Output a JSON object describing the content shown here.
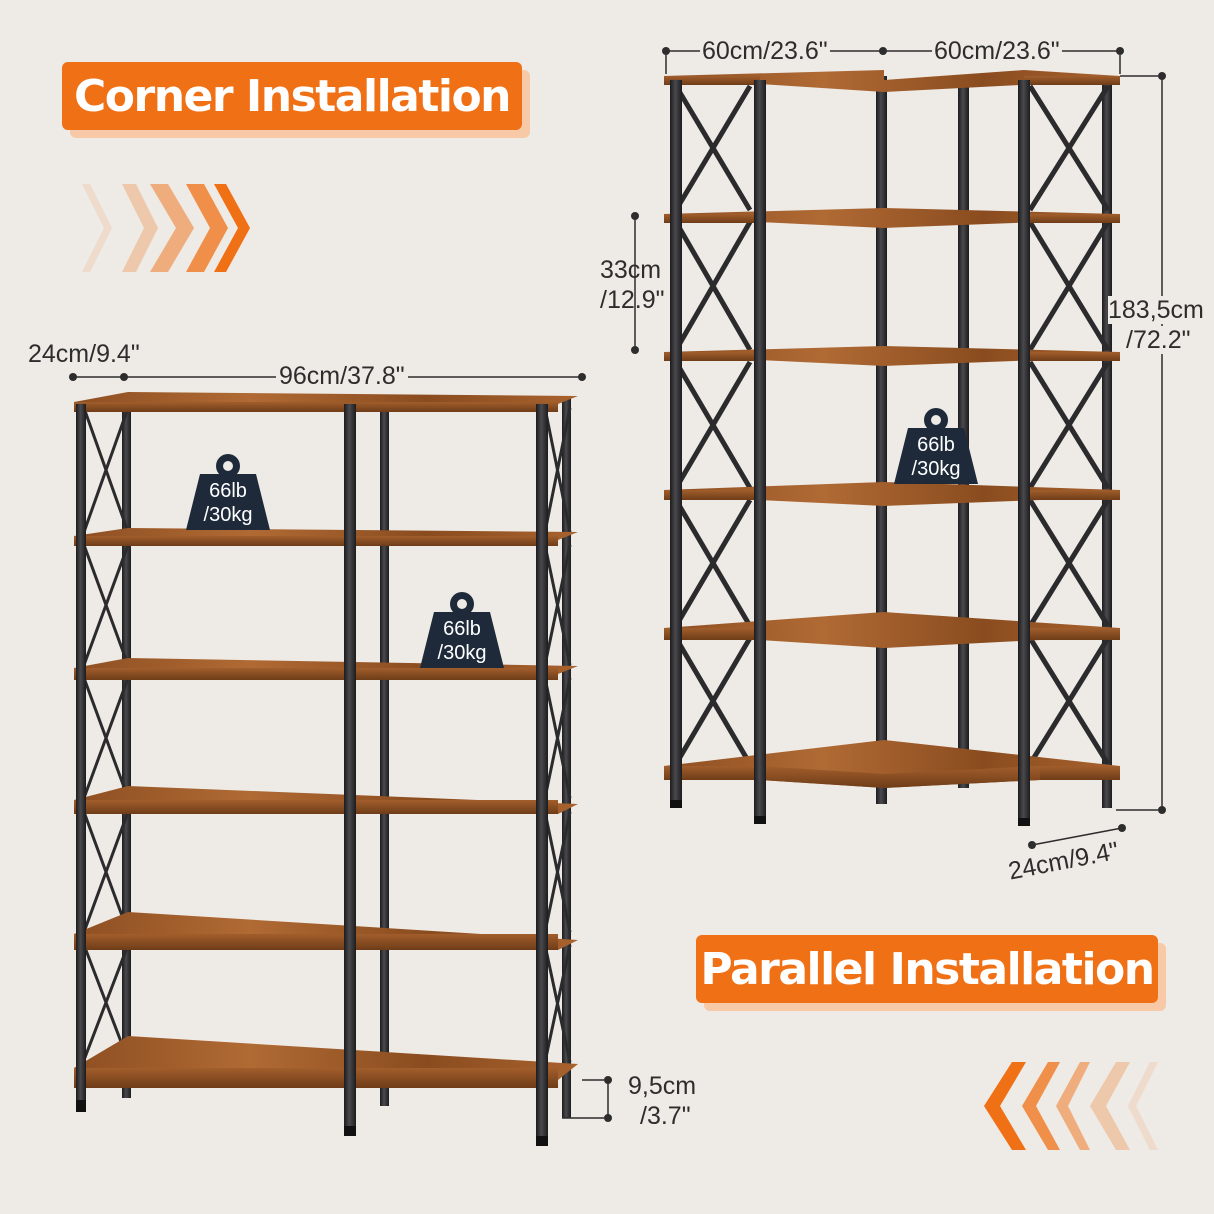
{
  "banners": {
    "corner": "Corner Installation",
    "parallel": "Parallel Installation"
  },
  "dimensions": {
    "corner_width_left": "60cm/23.6\"",
    "corner_width_right": "60cm/23.6\"",
    "corner_shelf_gap_cm": "33cm",
    "corner_shelf_gap_in": "/12.9\"",
    "corner_height_cm": "183,5cm",
    "corner_height_in": "/72.2\"",
    "corner_depth": "24cm/9.4\"",
    "parallel_depth": "24cm/9.4\"",
    "parallel_width": "96cm/37.8\"",
    "parallel_foot_cm": "9,5cm",
    "parallel_foot_in": "/3.7\""
  },
  "weights": [
    {
      "lb": "66lb",
      "kg": "/30kg"
    },
    {
      "lb": "66lb",
      "kg": "/30kg"
    },
    {
      "lb": "66lb",
      "kg": "/30kg"
    }
  ],
  "colors": {
    "background": "#eeeae5",
    "accent": "#f07016",
    "accent_light": "#f7c9a6",
    "wood": "#9a5a2a",
    "wood_dark": "#6e3c18",
    "metal": "#2b2b2d",
    "badge": "#1e2a3a",
    "dim_line": "#2d2d2d"
  },
  "icons": {
    "chevrons_right": "chevron-right-icon",
    "chevrons_left": "chevron-left-icon",
    "weight": "weight-icon"
  }
}
